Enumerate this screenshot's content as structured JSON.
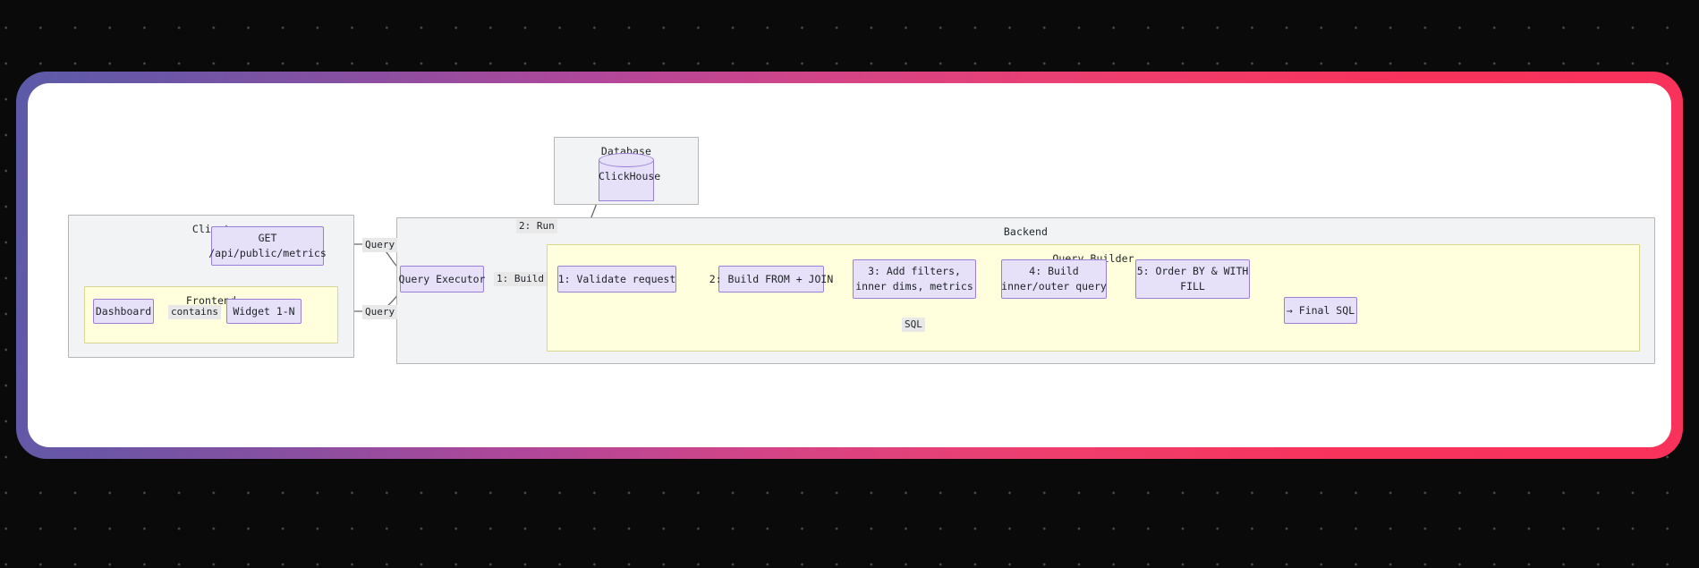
{
  "frame": {
    "gradient_start": "#5b5ba8",
    "gradient_mid": "#d64485",
    "gradient_end": "#f8325b",
    "inner_background": "#ffffff",
    "page_background": "#0a0a0a",
    "dot_color": "#4a4a4a"
  },
  "theme": {
    "node_fill": "#e6e0f8",
    "node_stroke": "#9a7fd8",
    "subgraph_fill": "#f1f3f5",
    "subgraph_stroke": "#b5b5b5",
    "subgraph_yellow_fill": "#ffffde",
    "subgraph_yellow_stroke": "#d6d68f",
    "edge_color": "#555555",
    "edge_label_bg": "#e8e8e8",
    "text_color": "#1f2328"
  },
  "subgraphs": {
    "client": {
      "title": "Client"
    },
    "frontend": {
      "title": "Frontend"
    },
    "database": {
      "title": "Database"
    },
    "backend": {
      "title": "Backend"
    },
    "query_builder": {
      "title": "Query Builder"
    }
  },
  "nodes": {
    "api_endpoint": {
      "line1": "GET",
      "line2": "/api/public/metrics"
    },
    "dashboard": {
      "label": "Dashboard"
    },
    "widget": {
      "label": "Widget 1-N"
    },
    "clickhouse": {
      "label": "ClickHouse"
    },
    "query_executor": {
      "label": "Query Executor"
    },
    "step1": {
      "label": "1: Validate request"
    },
    "step2": {
      "label": "2: Build FROM + JOIN"
    },
    "step3": {
      "line1": "3: Add filters,",
      "line2": "inner dims, metrics"
    },
    "step4": {
      "line1": "4: Build",
      "line2": "inner/outer query"
    },
    "step5": {
      "line1": "5: Order BY & WITH",
      "line2": "FILL"
    },
    "final_sql": {
      "label": "→ Final SQL"
    }
  },
  "edge_labels": {
    "contains": "contains",
    "query_top": "Query",
    "query_bottom": "Query",
    "run": "2: Run",
    "build": "1: Build",
    "sql": "SQL"
  }
}
